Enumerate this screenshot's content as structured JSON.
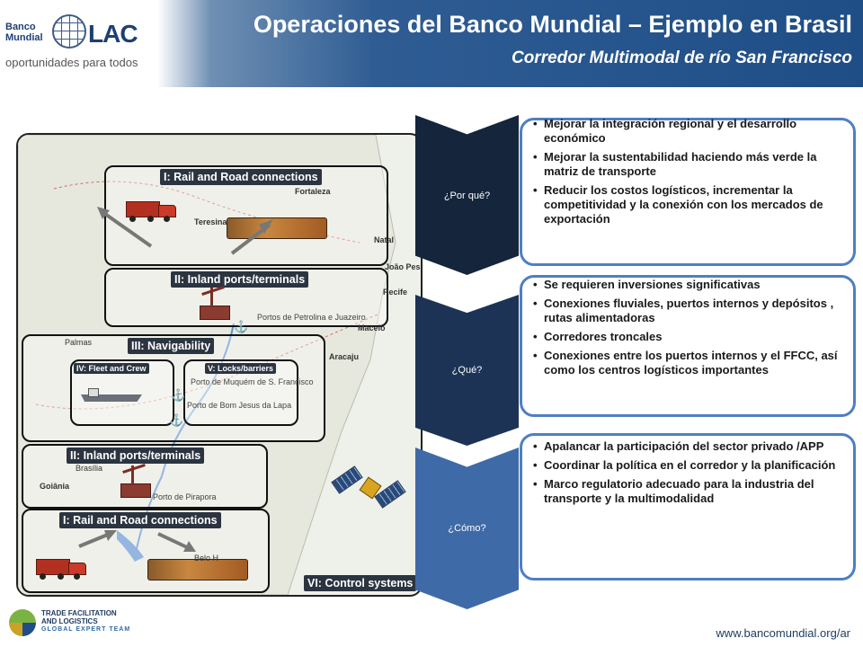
{
  "header": {
    "logo_org_line1": "Banco",
    "logo_org_line2": "Mundial",
    "logo_region": "LAC",
    "logo_tagline": "oportunidades para todos",
    "title": "Operaciones del Banco Mundial – Ejemplo en Brasil",
    "subtitle": "Corredor Multimodal de río San Francisco"
  },
  "map": {
    "labels": {
      "rail_road_top": "I: Rail and Road connections",
      "inland_ports_top": "II: Inland ports/terminals",
      "navigability": "III: Navigability",
      "fleet_crew": "IV: Fleet and Crew",
      "locks_barriers": "V: Locks/barriers",
      "inland_ports_bottom": "II: Inland ports/terminals",
      "rail_road_bottom": "I: Rail and Road connections",
      "control_systems": "VI: Control systems"
    },
    "cities": {
      "fortaleza": "Fortaleza",
      "teresina": "Teresina",
      "natal": "Natal",
      "joao_pessoa": "João Pessoa",
      "recife": "Recife",
      "maceio": "Maceió",
      "aracaju": "Aracaju",
      "palmas": "Palmas",
      "brasilia": "Brasília",
      "goiania": "Goiânia",
      "belo_horizonte": "Belo H"
    },
    "ports": {
      "petrolina": "Portos de Petrolina e Juazeiro",
      "muquem": "Porto de Muquém de S. Francisco",
      "bom_jesus": "Porto de Bom Jesus da Lapa",
      "pirapora": "Porto de Pirapora"
    }
  },
  "sections": [
    {
      "label": "¿Por qué?",
      "bullets": [
        "Mejorar la integración regional y el desarrollo económico",
        "Mejorar la sustentabilidad haciendo más verde la matriz de transporte",
        "Reducir los costos logísticos, incrementar la competitividad y la conexión con los mercados de exportación"
      ]
    },
    {
      "label": "¿Qué?",
      "bullets": [
        "Se requieren inversiones significativas",
        "Conexiones fluviales, puertos internos y depósitos , rutas alimentadoras",
        "Corredores troncales",
        "Conexiones entre los puertos internos  y el FFCC, así como los centros logísticos importantes"
      ]
    },
    {
      "label": "¿Cómo?",
      "bullets": [
        "Apalancar la participación del sector privado /APP",
        "Coordinar la política en el corredor y la planificación",
        "Marco regulatorio adecuado para la industria del transporte y la multimodalidad"
      ]
    }
  ],
  "footer": {
    "logo_line1": "TRADE FACILITATION",
    "logo_line2": "AND LOGISTICS",
    "logo_line3": "GLOBAL EXPERT TEAM",
    "url": "www.bancomundial.org/ar"
  },
  "colors": {
    "header_blue": "#1f4d86",
    "chevron_dark": "#14253c",
    "chevron_mid": "#1c3355",
    "chevron_light": "#3f6aa8",
    "card_border": "#4e7fc2",
    "label_bg": "#2b3440"
  }
}
